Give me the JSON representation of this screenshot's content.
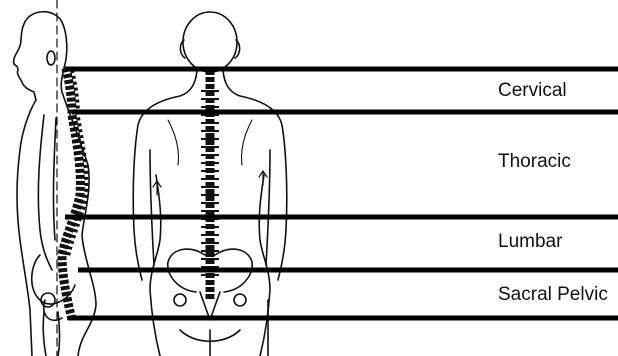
{
  "regions": [
    {
      "label": "Cervical"
    },
    {
      "label": "Thoracic"
    },
    {
      "label": "Lumbar"
    },
    {
      "label": "Sacral Pelvic"
    }
  ]
}
